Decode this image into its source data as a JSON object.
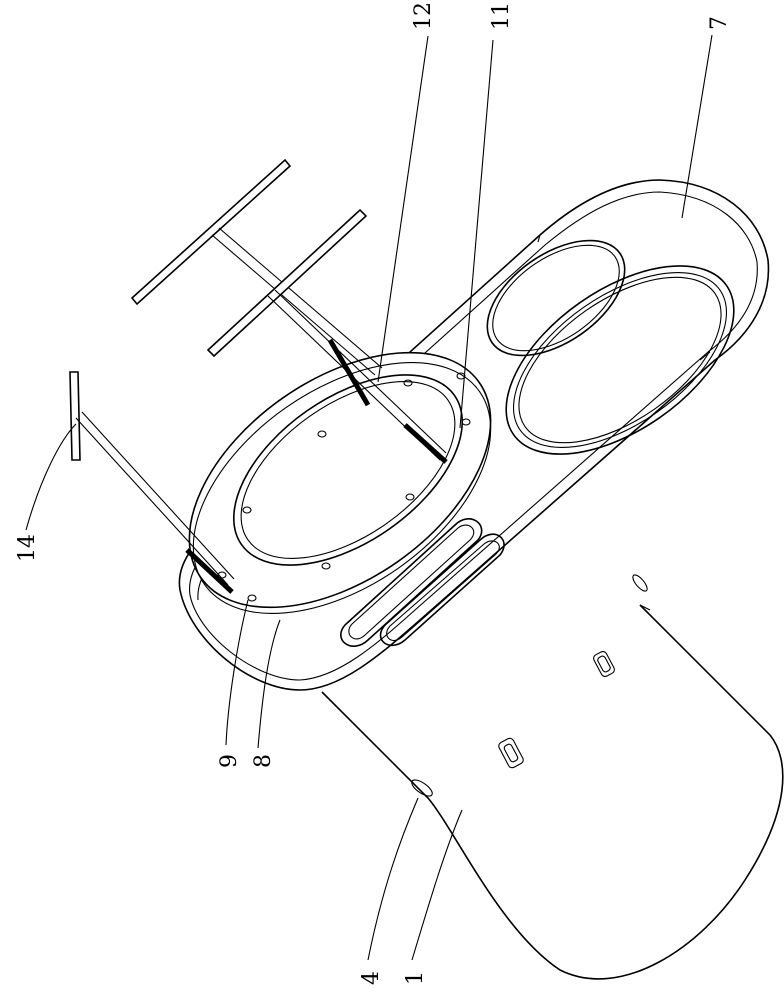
{
  "labels": {
    "l12": "12",
    "l11": "11",
    "l7": "7",
    "l14": "14",
    "l9": "9",
    "l8": "8",
    "l4": "4",
    "l1": "1"
  }
}
